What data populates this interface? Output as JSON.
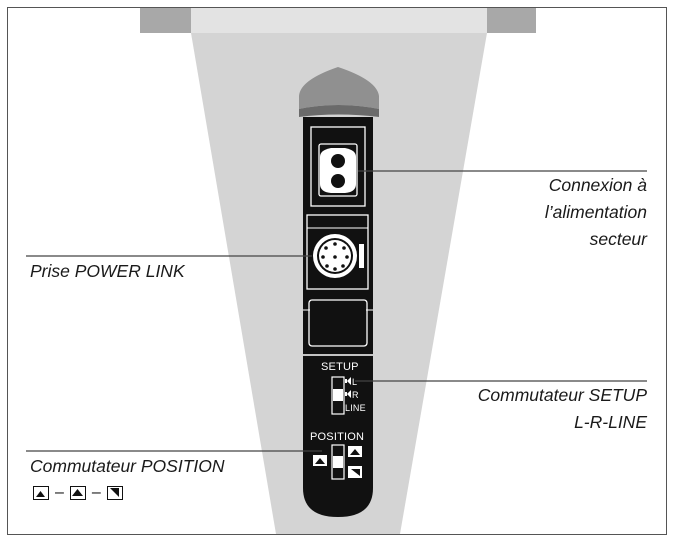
{
  "labels": {
    "mains": [
      "Connexion à",
      "l’alimentation",
      "secteur"
    ],
    "power_link": "Prise POWER LINK",
    "setup": [
      "Commutateur SETUP",
      "L-R-LINE"
    ],
    "position": "Commutateur POSITION",
    "position_dash_1": "–",
    "position_dash_2": "–"
  },
  "panel": {
    "setup_title": "SETUP",
    "setup_l": "L",
    "setup_r": "R",
    "setup_line": "LINE",
    "position_title": "POSITION"
  },
  "colors": {
    "panel": "#111111",
    "beam": "#d4d4d4",
    "bracket": "#a8a8a8",
    "bracket_light": "#e3e3e3",
    "leader": "#444444"
  }
}
